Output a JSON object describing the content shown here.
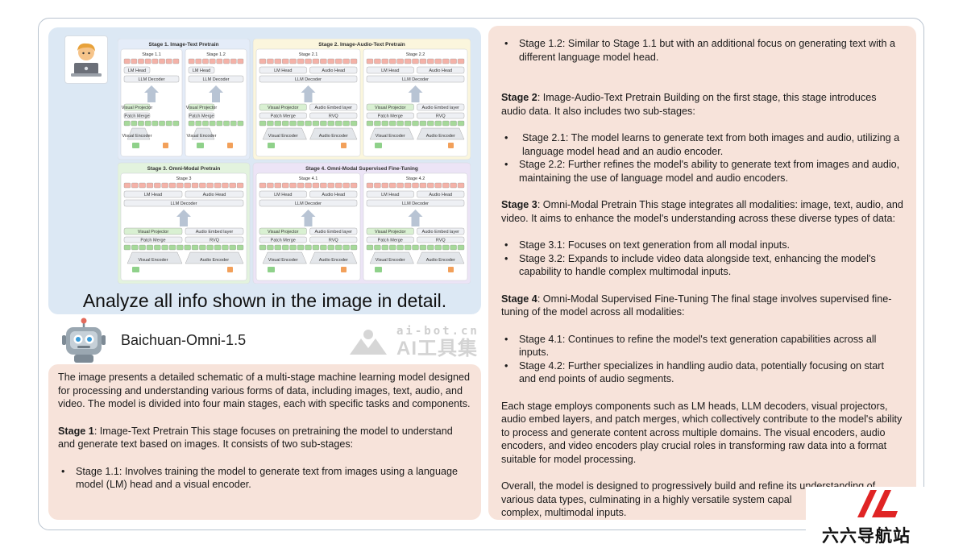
{
  "prompt": {
    "text": "Analyze all info shown in the image in detail."
  },
  "diagram": {
    "panels": [
      {
        "title": "Stage 1. Image-Text Pretrain",
        "subs": [
          "Stage 1.1",
          "Stage 1.2"
        ]
      },
      {
        "title": "Stage 2. Image-Audio-Text Pretrain",
        "subs": [
          "Stage 2.1",
          "Stage 2.2"
        ]
      },
      {
        "title": "Stage 3. Omni-Modal Pretrain",
        "subs": [
          "Stage 3"
        ]
      },
      {
        "title": "Stage 4. Omni-Modal Supervised Fine-Tuning",
        "subs": [
          "Stage 4.1",
          "Stage 4.2"
        ]
      }
    ],
    "labels": {
      "lm_head": "LM Head",
      "audio_head": "Audio Head",
      "llm_decoder": "LLM Decoder",
      "visual_projector": "Visual Projector",
      "audio_embed": "Audio Embed layer",
      "patch_merge": "Patch Merge",
      "rvq": "RVQ",
      "visual_encoder": "Visual Encoder",
      "audio_encoder": "Audio Encoder"
    }
  },
  "bot": {
    "name": "Baichuan-Omni-1.5"
  },
  "watermark": {
    "url": "ai-bot.cn",
    "cn": "AI工具集"
  },
  "answer": {
    "intro": "The image presents a detailed schematic of a multi-stage machine learning model designed for processing and understanding various forms of data, including images, text, audio, and video. The model is divided into four main stages, each with specific tasks and components.",
    "stage1_label": "Stage 1",
    "stage1_text": ": Image-Text Pretrain This stage focuses on pretraining the model to understand and generate text based on images. It consists of two sub-stages:",
    "stage1_bullets": [
      "Stage 1.1: Involves training the model to generate text from images using a language model (LM) head and a visual encoder.",
      "Stage 1.2: Similar to Stage 1.1 but with an additional focus on generating text with a different language model head."
    ],
    "stage2_label": "Stage 2",
    "stage2_text": ": Image-Audio-Text Pretrain Building on the first stage, this stage introduces audio data. It also includes two sub-stages:",
    "stage2_bullets": [
      "Stage 2.1: The model learns to generate text from both images and audio, utilizing a language model head and an audio encoder.",
      "Stage 2.2: Further refines the model's ability to generate text from images and audio, maintaining the use of language model and audio encoders."
    ],
    "stage3_label": "Stage 3",
    "stage3_text": ": Omni-Modal Pretrain This stage integrates all modalities: image, text, audio, and video. It aims to enhance the model's understanding across these diverse types of data:",
    "stage3_bullets": [
      "Stage 3.1: Focuses on text generation from all modal inputs.",
      "Stage 3.2: Expands to include video data alongside text, enhancing the model's capability to handle complex multimodal inputs."
    ],
    "stage4_label": "Stage 4",
    "stage4_text": ": Omni-Modal Supervised Fine-Tuning The final stage involves supervised fine-tuning of the model across all modalities:",
    "stage4_bullets": [
      "Stage 4.1: Continues to refine the model's text generation capabilities across all inputs.",
      "Stage 4.2: Further specializes in handling audio data, potentially focusing on start and end points of audio segments."
    ],
    "components": "Each stage employs components such as LM heads, LLM decoders, visual projectors, audio embed layers, and patch merges, which collectively contribute to the model's ability to process and generate content across multiple domains. The visual encoders, audio encoders, and video encoders play crucial roles in transforming raw data into a format suitable for model processing.",
    "overall": "Overall, the model is designed to progressively build and refine its understanding of various data types, culminating in a highly versatile system capal",
    "overall_tail": "complex, multimodal inputs."
  },
  "badge": {
    "text": "六六导航站"
  }
}
